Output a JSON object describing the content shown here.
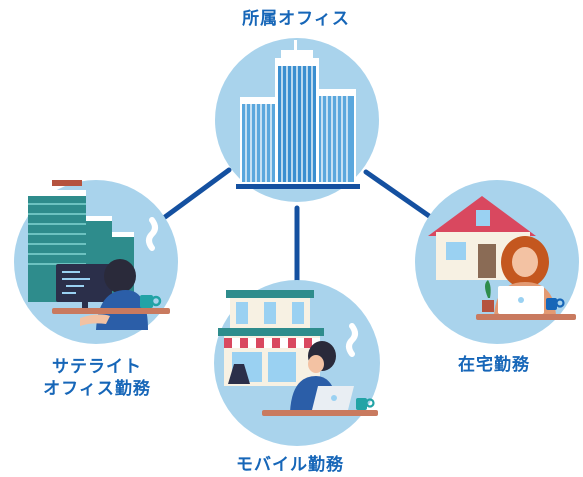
{
  "diagram": {
    "headquarters": {
      "label": "所属オフィス"
    },
    "satellite": {
      "line1": "サテライト",
      "line2": "オフィス勤務"
    },
    "mobile": {
      "label": "モバイル勤務"
    },
    "home": {
      "label": "在宅勤務"
    }
  },
  "colors": {
    "label": "#1666b8",
    "connector": "#1450a0",
    "circle": "#a9d3ec",
    "building": "#5aa7dd",
    "teal_building": "#2e8c8c",
    "desk": "#c97a5f",
    "shirt": "#2b5ea8",
    "hair": "#2a2a3a",
    "skin": "#f3c2a3",
    "mug": "#22a3a6",
    "roof": "#d9485f"
  }
}
